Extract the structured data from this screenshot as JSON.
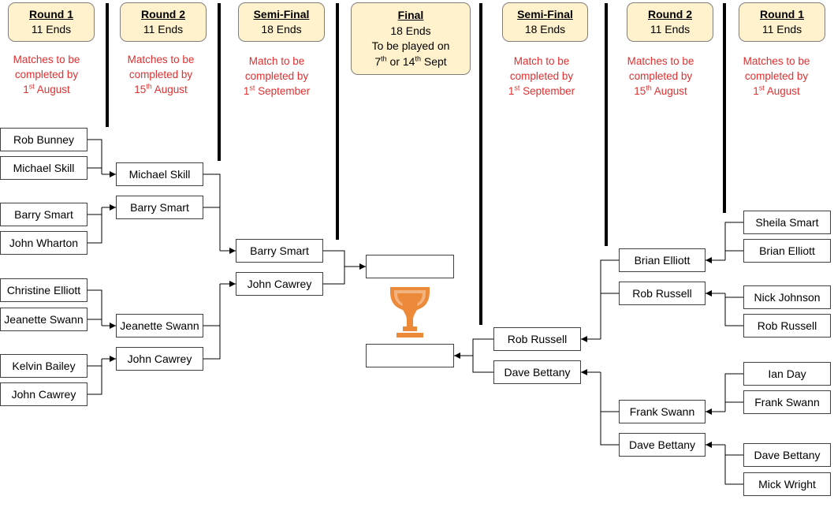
{
  "headers": {
    "l_r1": {
      "title": "Round 1",
      "sub": "11 Ends"
    },
    "l_r2": {
      "title": "Round 2",
      "sub": "11 Ends"
    },
    "l_sf": {
      "title": "Semi-Final",
      "sub": "18 Ends"
    },
    "final": {
      "title": "Final",
      "sub": "18 Ends",
      "line2": "To be played on",
      "date_a_num": "7",
      "date_a_sup": "th",
      "date_or": " or ",
      "date_b_num": "14",
      "date_b_sup": "th",
      "date_b_rest": " Sept"
    },
    "r_sf": {
      "title": "Semi-Final",
      "sub": "18 Ends"
    },
    "r_r2": {
      "title": "Round 2",
      "sub": "11 Ends"
    },
    "r_r1": {
      "title": "Round 1",
      "sub": "11 Ends"
    }
  },
  "deadlines": {
    "prefix_line1": "Matches to be",
    "prefix_line2": "completed by",
    "semi_line1": "Match to be",
    "semi_line2": "completed by",
    "r1": {
      "num": "1",
      "sup": "st",
      "rest": " August"
    },
    "r2": {
      "num": "15",
      "sup": "th",
      "rest": " August"
    },
    "sf": {
      "num": "1",
      "sup": "st",
      "rest": " September"
    }
  },
  "left": {
    "r1": [
      "Rob Bunney",
      "Michael Skill",
      "Barry Smart",
      "John Wharton",
      "Christine Elliott",
      "Jeanette Swann",
      "Kelvin Bailey",
      "John Cawrey"
    ],
    "r2": [
      "Michael Skill",
      "Barry Smart",
      "Jeanette Swann",
      "John Cawrey"
    ],
    "sf": [
      "Barry Smart",
      "John Cawrey"
    ]
  },
  "final": {
    "top": "",
    "bottom": ""
  },
  "right": {
    "r1": [
      "Sheila Smart",
      "Brian Elliott",
      "Nick Johnson",
      "Rob Russell",
      "Ian Day",
      "Frank Swann",
      "Dave Bettany",
      "Mick Wright"
    ],
    "r2": [
      "Brian Elliott",
      "Rob Russell",
      "Frank Swann",
      "Dave Bettany"
    ],
    "sf": [
      "Rob Russell",
      "Dave Bettany"
    ]
  },
  "colors": {
    "header_fill": "#fff2cc",
    "deadline_text": "#e03030",
    "trophy": "#ed8a3a"
  }
}
